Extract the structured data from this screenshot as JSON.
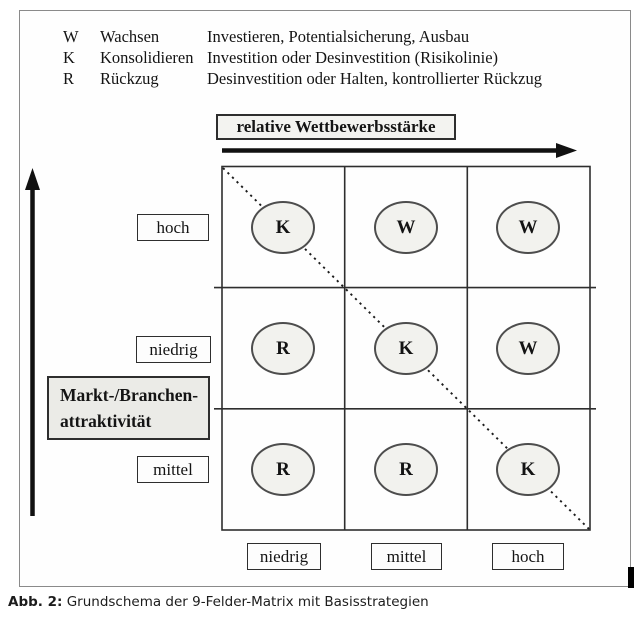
{
  "legend": {
    "items": [
      {
        "symbol": "W",
        "name": "Wachsen",
        "description": "Investieren, Potentialsicherung, Ausbau"
      },
      {
        "symbol": "K",
        "name": "Konsolidieren",
        "description": "Investition oder Desinvestition (Risikolinie)"
      },
      {
        "symbol": "R",
        "name": "Rückzug",
        "description": "Desinvestition oder Halten, kontrollierter Rückzug"
      }
    ]
  },
  "x_axis": {
    "title": "relative Wettbewerbsstärke",
    "labels": [
      "niedrig",
      "mittel",
      "hoch"
    ]
  },
  "y_axis": {
    "title_line1": "Markt-/Branchen-",
    "title_line2": "attraktivität",
    "labels": [
      "hoch",
      "niedrig",
      "mittel"
    ]
  },
  "matrix": {
    "rows": [
      [
        "K",
        "W",
        "W"
      ],
      [
        "R",
        "K",
        "W"
      ],
      [
        "R",
        "R",
        "K"
      ]
    ]
  },
  "caption": {
    "prefix": "Abb. 2:",
    "text": " Grundschema der 9-Felder-Matrix mit Basisstrategien"
  },
  "colors": {
    "circle_fill": "#f2f2ee",
    "box_fill": "#ebebe7",
    "line": "#2e2e2e",
    "frame": "#8a8a8a"
  }
}
